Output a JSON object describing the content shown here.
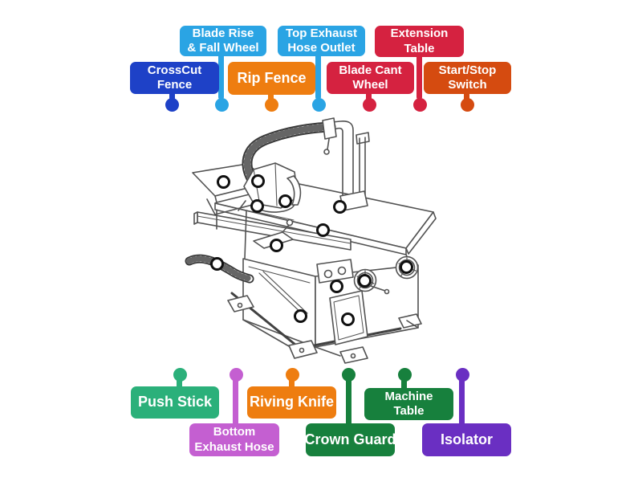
{
  "palette": {
    "royal_blue": "#1e41c7",
    "light_blue": "#2aa4e4",
    "orange": "#ee7d10",
    "crimson_red": "#d52240",
    "burnt_orange": "#d54b10",
    "medium_green": "#2bb07a",
    "orchid": "#c45fd1",
    "dark_green": "#17803d",
    "purple": "#6a2fc2",
    "marker_ring": "#101010",
    "drawing_stroke": "#454545",
    "background": "#ffffff"
  },
  "diagram": {
    "subject": "Table saw (circular saw bench) line drawing",
    "hotspot_count": 13
  },
  "labels": [
    {
      "id": "crosscut-fence",
      "text": "CrossCut Fence",
      "lines": [
        "CrossCut",
        "Fence"
      ],
      "color": "#1e41c7"
    },
    {
      "id": "blade-rise-fall",
      "text": "Blade Rise & Fall Wheel",
      "lines": [
        "Blade Rise",
        "& Fall Wheel"
      ],
      "color": "#2aa4e4"
    },
    {
      "id": "rip-fence",
      "text": "Rip Fence",
      "lines": [
        "Rip Fence"
      ],
      "color": "#ee7d10"
    },
    {
      "id": "top-exhaust",
      "text": "Top Exhaust Hose Outlet",
      "lines": [
        "Top Exhaust",
        "Hose Outlet"
      ],
      "color": "#2aa4e4"
    },
    {
      "id": "blade-cant",
      "text": "Blade Cant Wheel",
      "lines": [
        "Blade Cant",
        "Wheel"
      ],
      "color": "#d52240"
    },
    {
      "id": "extension-table",
      "text": "Extension Table",
      "lines": [
        "Extension",
        "Table"
      ],
      "color": "#d52240"
    },
    {
      "id": "start-stop-switch",
      "text": "Start/Stop Switch",
      "lines": [
        "Start/Stop",
        "Switch"
      ],
      "color": "#d54b10"
    },
    {
      "id": "push-stick",
      "text": "Push Stick",
      "lines": [
        "Push Stick"
      ],
      "color": "#2bb07a"
    },
    {
      "id": "bottom-exhaust-hose",
      "text": "Bottom Exhaust Hose",
      "lines": [
        "Bottom",
        "Exhaust Hose"
      ],
      "color": "#c45fd1"
    },
    {
      "id": "riving-knife",
      "text": "Riving Knife",
      "lines": [
        "Riving Knife"
      ],
      "color": "#ee7d10"
    },
    {
      "id": "crown-guard",
      "text": "Crown Guard",
      "lines": [
        "Crown Guard"
      ],
      "color": "#17803d"
    },
    {
      "id": "machine-table",
      "text": "Machine Table",
      "lines": [
        "Machine",
        "Table"
      ],
      "color": "#17803d"
    },
    {
      "id": "isolator",
      "text": "Isolator",
      "lines": [
        "Isolator"
      ],
      "color": "#6a2fc2"
    }
  ]
}
